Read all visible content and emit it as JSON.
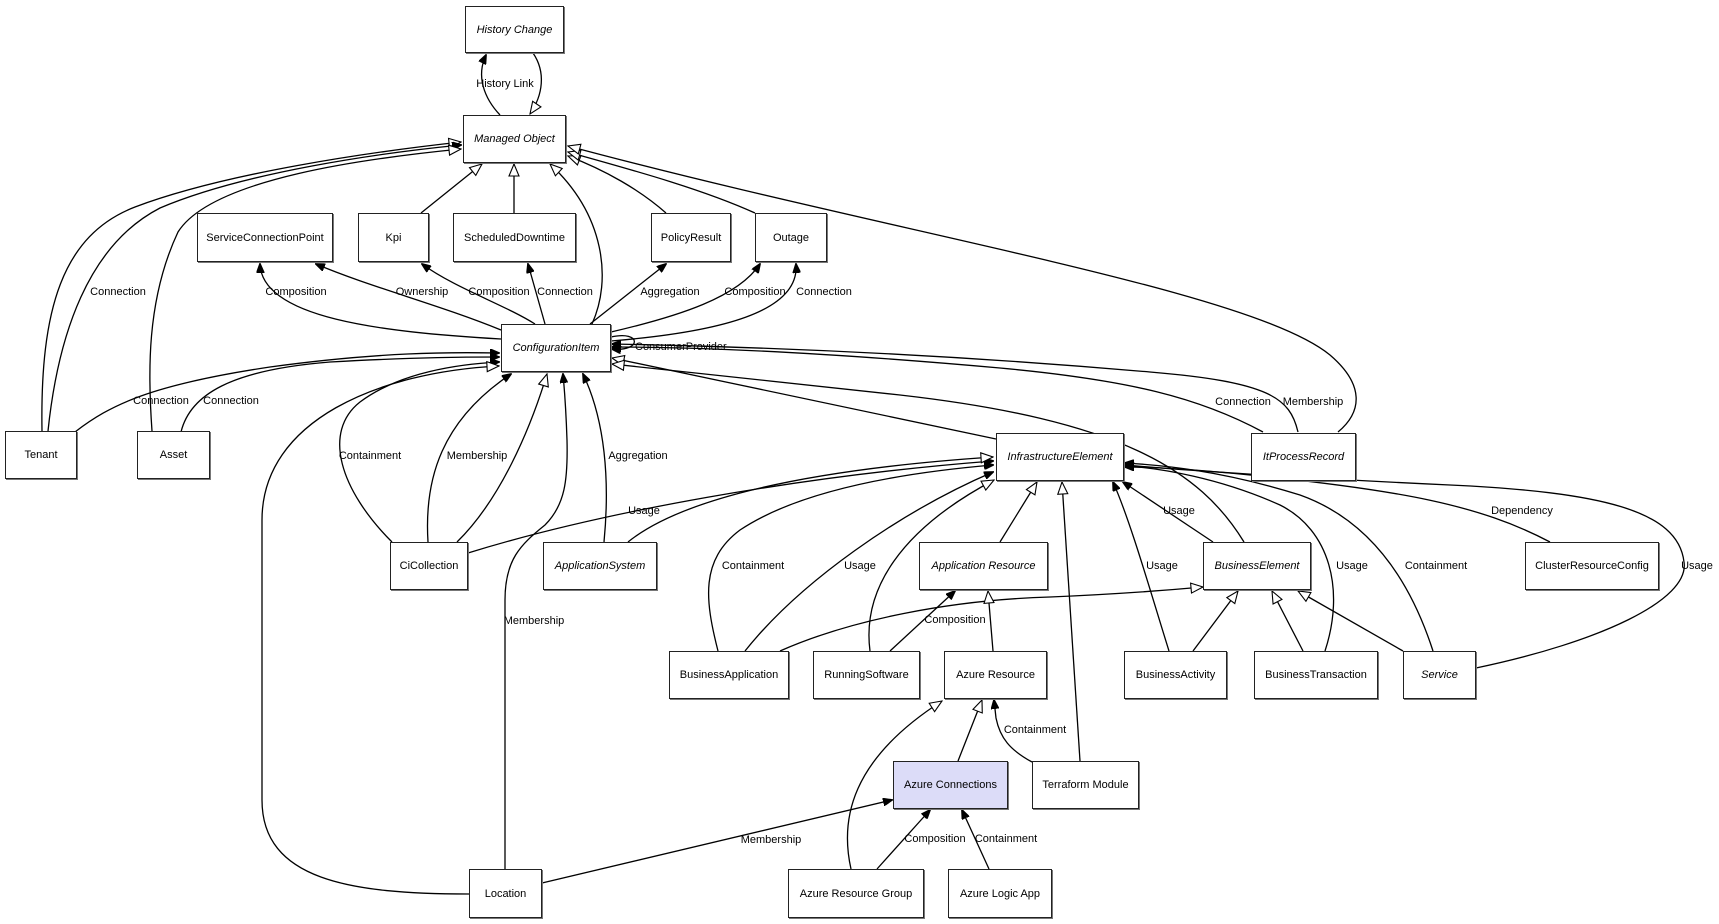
{
  "diagram": {
    "highlight_fill": "#dcdcf8",
    "line_color": "#000000"
  },
  "nodes": {
    "history_change": {
      "label": "History Change",
      "abstract": true
    },
    "managed_object": {
      "label": "Managed Object",
      "abstract": true
    },
    "service_connection_point": {
      "label": "ServiceConnectionPoint"
    },
    "kpi": {
      "label": "Kpi"
    },
    "scheduled_downtime": {
      "label": "ScheduledDowntime"
    },
    "policy_result": {
      "label": "PolicyResult"
    },
    "outage": {
      "label": "Outage"
    },
    "configuration_item": {
      "label": "ConfigurationItem",
      "abstract": true
    },
    "tenant": {
      "label": "Tenant"
    },
    "asset": {
      "label": "Asset"
    },
    "infrastructure_element": {
      "label": "InfrastructureElement",
      "abstract": true
    },
    "it_process_record": {
      "label": "ItProcessRecord",
      "abstract": true
    },
    "ci_collection": {
      "label": "CiCollection"
    },
    "application_system": {
      "label": "ApplicationSystem",
      "abstract": true
    },
    "application_resource": {
      "label": "Application Resource",
      "abstract": true
    },
    "business_element": {
      "label": "BusinessElement",
      "abstract": true
    },
    "cluster_resource_config": {
      "label": "ClusterResourceConfig"
    },
    "business_application": {
      "label": "BusinessApplication"
    },
    "running_software": {
      "label": "RunningSoftware"
    },
    "azure_resource": {
      "label": "Azure Resource"
    },
    "business_activity": {
      "label": "BusinessActivity"
    },
    "business_transaction": {
      "label": "BusinessTransaction"
    },
    "service": {
      "label": "Service",
      "abstract": true
    },
    "azure_connections": {
      "label": "Azure Connections",
      "highlighted": true
    },
    "terraform_module": {
      "label": "Terraform Module"
    },
    "location": {
      "label": "Location"
    },
    "azure_resource_group": {
      "label": "Azure Resource Group"
    },
    "azure_logic_app": {
      "label": "Azure Logic App"
    }
  },
  "edges": [
    {
      "from": "managed_object",
      "to": "history_change",
      "label": "History Link",
      "arrow": "association"
    },
    {
      "from": "history_change",
      "to": "managed_object",
      "label": "",
      "arrow": "generalization"
    },
    {
      "from": "tenant",
      "to": "managed_object",
      "label": "",
      "arrow": "generalization"
    },
    {
      "from": "tenant",
      "to": "managed_object",
      "label": "Connection",
      "arrow": "association"
    },
    {
      "from": "asset",
      "to": "managed_object",
      "label": "",
      "arrow": "generalization"
    },
    {
      "from": "kpi",
      "to": "managed_object",
      "label": "",
      "arrow": "generalization"
    },
    {
      "from": "scheduled_downtime",
      "to": "managed_object",
      "label": "",
      "arrow": "generalization"
    },
    {
      "from": "configuration_item",
      "to": "managed_object",
      "label": "",
      "arrow": "generalization"
    },
    {
      "from": "policy_result",
      "to": "managed_object",
      "label": "",
      "arrow": "generalization"
    },
    {
      "from": "outage",
      "to": "managed_object",
      "label": "",
      "arrow": "generalization"
    },
    {
      "from": "it_process_record",
      "to": "managed_object",
      "label": "",
      "arrow": "generalization"
    },
    {
      "from": "configuration_item",
      "to": "service_connection_point",
      "label": "Composition",
      "arrow": "association"
    },
    {
      "from": "configuration_item",
      "to": "service_connection_point",
      "label": "Ownership",
      "arrow": "association"
    },
    {
      "from": "configuration_item",
      "to": "kpi",
      "label": "Composition",
      "arrow": "association"
    },
    {
      "from": "configuration_item",
      "to": "scheduled_downtime",
      "label": "Connection",
      "arrow": "association"
    },
    {
      "from": "configuration_item",
      "to": "policy_result",
      "label": "Aggregation",
      "arrow": "association"
    },
    {
      "from": "configuration_item",
      "to": "outage",
      "label": "Composition",
      "arrow": "association"
    },
    {
      "from": "configuration_item",
      "to": "outage",
      "label": "Connection",
      "arrow": "association"
    },
    {
      "from": "configuration_item",
      "to": "configuration_item",
      "label": "ConsumerProvider",
      "arrow": "association"
    },
    {
      "from": "tenant",
      "to": "configuration_item",
      "label": "Connection",
      "arrow": "association"
    },
    {
      "from": "asset",
      "to": "configuration_item",
      "label": "Connection",
      "arrow": "association"
    },
    {
      "from": "ci_collection",
      "to": "configuration_item",
      "label": "Containment",
      "arrow": "association"
    },
    {
      "from": "ci_collection",
      "to": "configuration_item",
      "label": "Membership",
      "arrow": "association"
    },
    {
      "from": "ci_collection",
      "to": "configuration_item",
      "label": "",
      "arrow": "generalization"
    },
    {
      "from": "location",
      "to": "configuration_item",
      "label": "Membership",
      "arrow": "association"
    },
    {
      "from": "application_system",
      "to": "configuration_item",
      "label": "Aggregation",
      "arrow": "association"
    },
    {
      "from": "location",
      "to": "configuration_item",
      "label": "",
      "arrow": "generalization"
    },
    {
      "from": "infrastructure_element",
      "to": "configuration_item",
      "label": "",
      "arrow": "generalization"
    },
    {
      "from": "business_element",
      "to": "configuration_item",
      "label": "",
      "arrow": "generalization"
    },
    {
      "from": "it_process_record",
      "to": "configuration_item",
      "label": "Connection",
      "arrow": "association"
    },
    {
      "from": "it_process_record",
      "to": "configuration_item",
      "label": "Membership",
      "arrow": "association"
    },
    {
      "from": "ci_collection",
      "to": "infrastructure_element",
      "label": "Usage",
      "arrow": "association"
    },
    {
      "from": "application_system",
      "to": "infrastructure_element",
      "label": "",
      "arrow": "generalization"
    },
    {
      "from": "business_application",
      "to": "infrastructure_element",
      "label": "Containment",
      "arrow": "association"
    },
    {
      "from": "business_application",
      "to": "infrastructure_element",
      "label": "Usage",
      "arrow": "association"
    },
    {
      "from": "running_software",
      "to": "infrastructure_element",
      "label": "",
      "arrow": "generalization"
    },
    {
      "from": "application_resource",
      "to": "infrastructure_element",
      "label": "",
      "arrow": "generalization"
    },
    {
      "from": "terraform_module",
      "to": "infrastructure_element",
      "label": "",
      "arrow": "generalization"
    },
    {
      "from": "business_activity",
      "to": "infrastructure_element",
      "label": "Usage",
      "arrow": "association"
    },
    {
      "from": "business_element",
      "to": "infrastructure_element",
      "label": "Usage",
      "arrow": "association"
    },
    {
      "from": "business_transaction",
      "to": "infrastructure_element",
      "label": "Usage",
      "arrow": "association"
    },
    {
      "from": "service",
      "to": "infrastructure_element",
      "label": "Containment",
      "arrow": "association"
    },
    {
      "from": "cluster_resource_config",
      "to": "infrastructure_element",
      "label": "Dependency",
      "arrow": "association"
    },
    {
      "from": "service",
      "to": "infrastructure_element",
      "label": "Usage",
      "arrow": "association"
    },
    {
      "from": "business_application",
      "to": "business_element",
      "label": "",
      "arrow": "generalization"
    },
    {
      "from": "business_activity",
      "to": "business_element",
      "label": "",
      "arrow": "generalization"
    },
    {
      "from": "business_transaction",
      "to": "business_element",
      "label": "",
      "arrow": "generalization"
    },
    {
      "from": "service",
      "to": "business_element",
      "label": "",
      "arrow": "generalization"
    },
    {
      "from": "running_software",
      "to": "application_resource",
      "label": "Composition",
      "arrow": "association"
    },
    {
      "from": "azure_resource",
      "to": "application_resource",
      "label": "",
      "arrow": "generalization"
    },
    {
      "from": "azure_connections",
      "to": "azure_resource",
      "label": "",
      "arrow": "generalization"
    },
    {
      "from": "azure_resource_group",
      "to": "azure_resource",
      "label": "",
      "arrow": "generalization"
    },
    {
      "from": "terraform_module",
      "to": "azure_resource",
      "label": "Containment",
      "arrow": "association"
    },
    {
      "from": "location",
      "to": "azure_connections",
      "label": "Membership",
      "arrow": "association"
    },
    {
      "from": "azure_resource_group",
      "to": "azure_connections",
      "label": "Composition",
      "arrow": "association"
    },
    {
      "from": "azure_logic_app",
      "to": "azure_connections",
      "label": "Containment",
      "arrow": "association"
    }
  ]
}
